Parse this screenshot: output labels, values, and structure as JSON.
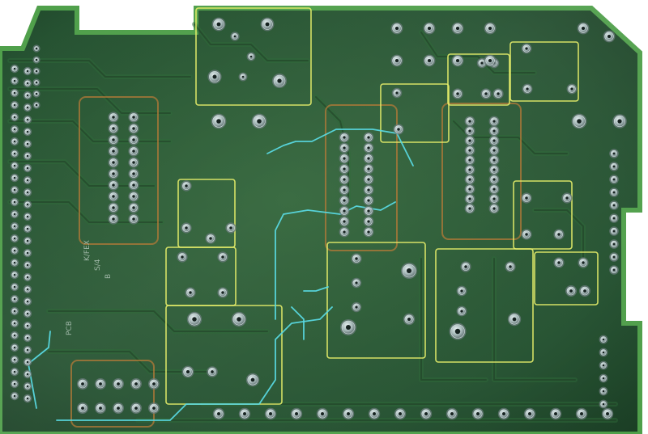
{
  "image": {
    "kind": "pcb-board-scan",
    "colors": {
      "board": "#2b5a32",
      "board_dark": "#203f26",
      "edge": "#4f9f4a",
      "trace": "#2f6a3a",
      "highlight_box": "#e8f06a",
      "orange_outline": "#b47a38",
      "cyan_trace": "#59d8e0",
      "pad_metal": "#b7c6c6",
      "pad_shadow": "#6c7c7d",
      "hole": "#061210",
      "text_silk": "#9fb7a7"
    }
  },
  "silkscreen": {
    "text_lines": [
      "K/FEX",
      "S/4",
      "B",
      "PCB"
    ]
  }
}
